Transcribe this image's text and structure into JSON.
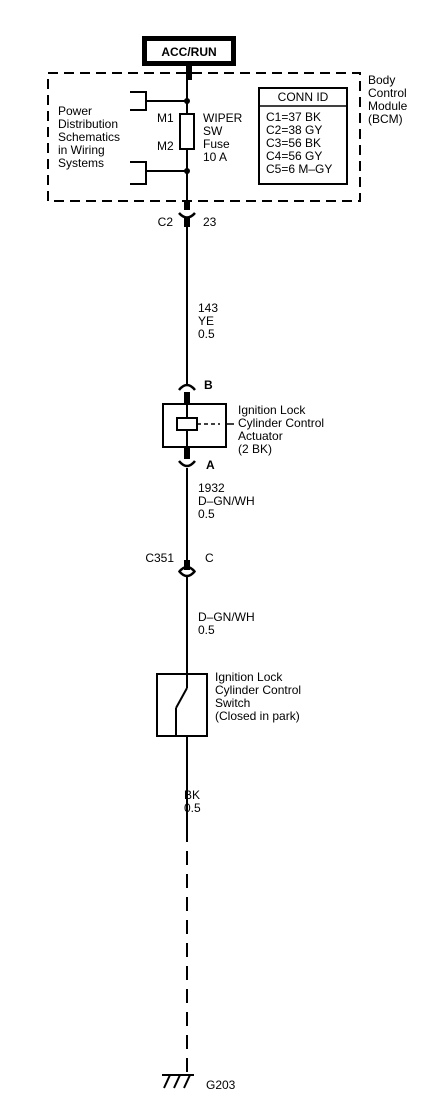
{
  "power_source": "ACC/RUN",
  "bcm": {
    "label": [
      "Body",
      "Control",
      "Module",
      "(BCM)"
    ],
    "pds_label": [
      "Power",
      "Distribution",
      "Schematics",
      "in Wiring",
      "Systems"
    ],
    "m1": "M1",
    "m2": "M2",
    "fuse_label": [
      "WIPER",
      "SW",
      "Fuse",
      "10 A"
    ],
    "conn_id_title": "CONN ID",
    "conn_ids": [
      "C1=37 BK",
      "C2=38 GY",
      "C3=56 BK",
      "C4=56 GY",
      "C5=6 M–GY"
    ]
  },
  "connectors": {
    "c2_name": "C2",
    "c2_pin": "23",
    "actuator_pin_top": "B",
    "actuator_pin_bottom": "A",
    "c351_name": "C351",
    "c351_pin": "C"
  },
  "wires": {
    "w1": [
      "143",
      "YE",
      "0.5"
    ],
    "w2": [
      "1932",
      "D–GN/WH",
      "0.5"
    ],
    "w3": [
      "D–GN/WH",
      "0.5"
    ],
    "w4": [
      "BK",
      "0.5"
    ]
  },
  "actuator_label": [
    "Ignition Lock",
    "Cylinder Control",
    "Actuator",
    "(2 BK)"
  ],
  "switch_label": [
    "Ignition Lock",
    "Cylinder Control",
    "Switch",
    "(Closed in park)"
  ],
  "ground_label": "G203"
}
